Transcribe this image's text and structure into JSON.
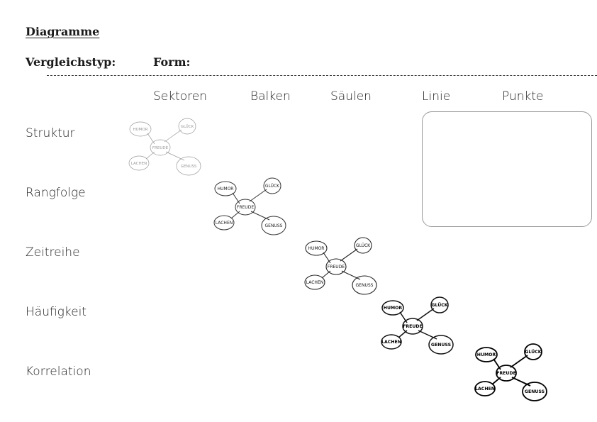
{
  "heading": "Diagramme",
  "comparison_label": "Vergleichstyp:",
  "form_label": "Form:",
  "columns": [
    "Sektoren",
    "Balken",
    "Säulen",
    "Linie",
    "Punkte"
  ],
  "rows": [
    "Struktur",
    "Rangfolge",
    "Zeitreihe",
    "Häufigkeit",
    "Korrelation"
  ],
  "mindmap": {
    "center": "FREUDE",
    "top_left": "HUMOR",
    "top_right": "GLÜCK",
    "bottom_left": "LACHEN",
    "bottom_right": "GENUSS"
  }
}
